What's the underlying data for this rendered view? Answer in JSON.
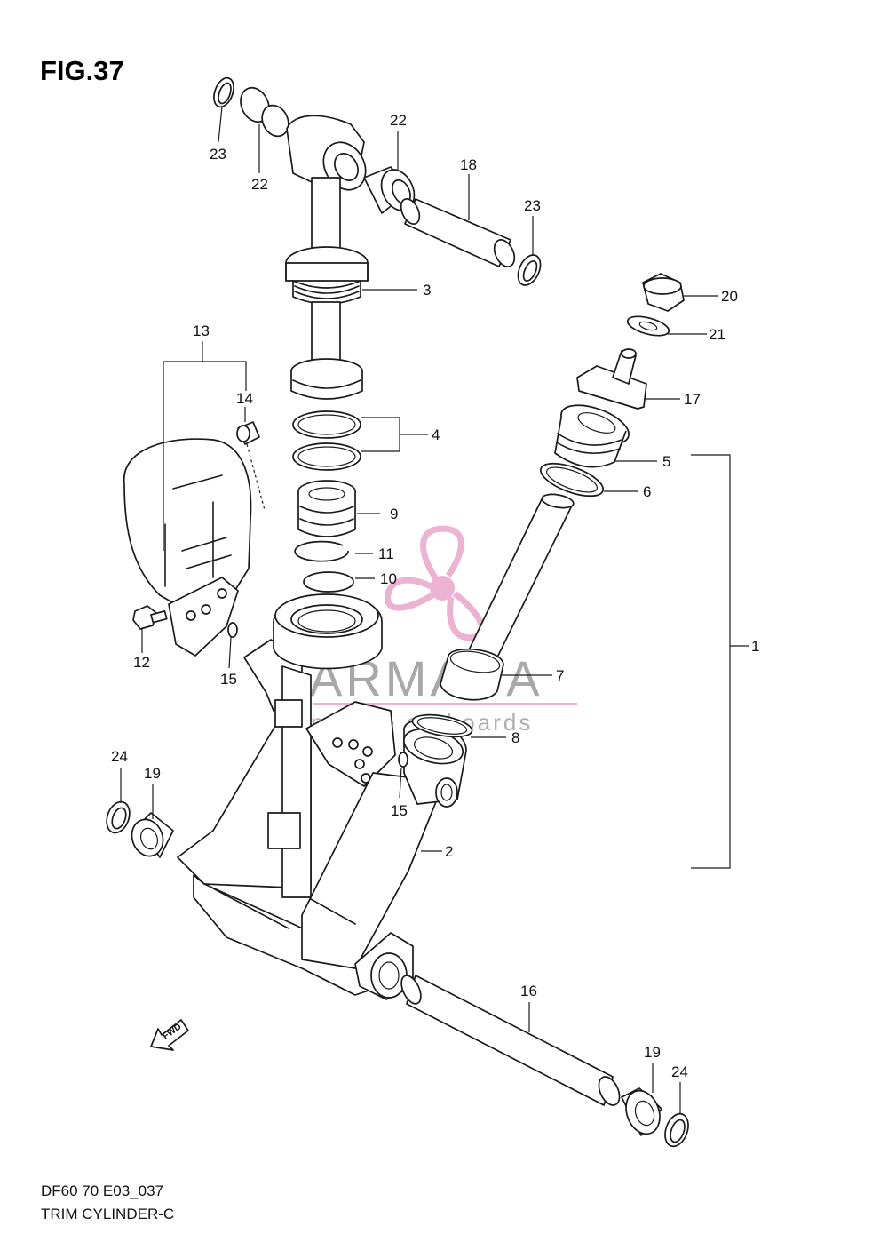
{
  "figure": {
    "title": "FIG.37",
    "footer_code": "DF60 70 E03_037",
    "footer_name": "TRIM CYLINDER-C"
  },
  "watermark": {
    "brand": "ARMADA",
    "tagline": "marine outboards",
    "color": "#e8a0c8"
  },
  "direction": {
    "fwd_label": "FWD"
  },
  "callouts": [
    {
      "number": "23"
    },
    {
      "number": "22"
    },
    {
      "number": "22"
    },
    {
      "number": "18"
    },
    {
      "number": "23"
    },
    {
      "number": "3"
    },
    {
      "number": "20"
    },
    {
      "number": "21"
    },
    {
      "number": "13"
    },
    {
      "number": "14"
    },
    {
      "number": "4"
    },
    {
      "number": "17"
    },
    {
      "number": "5"
    },
    {
      "number": "6"
    },
    {
      "number": "9"
    },
    {
      "number": "11"
    },
    {
      "number": "10"
    },
    {
      "number": "1"
    },
    {
      "number": "12"
    },
    {
      "number": "15"
    },
    {
      "number": "7"
    },
    {
      "number": "8"
    },
    {
      "number": "24"
    },
    {
      "number": "19"
    },
    {
      "number": "15"
    },
    {
      "number": "2"
    },
    {
      "number": "16"
    },
    {
      "number": "19"
    },
    {
      "number": "24"
    }
  ]
}
